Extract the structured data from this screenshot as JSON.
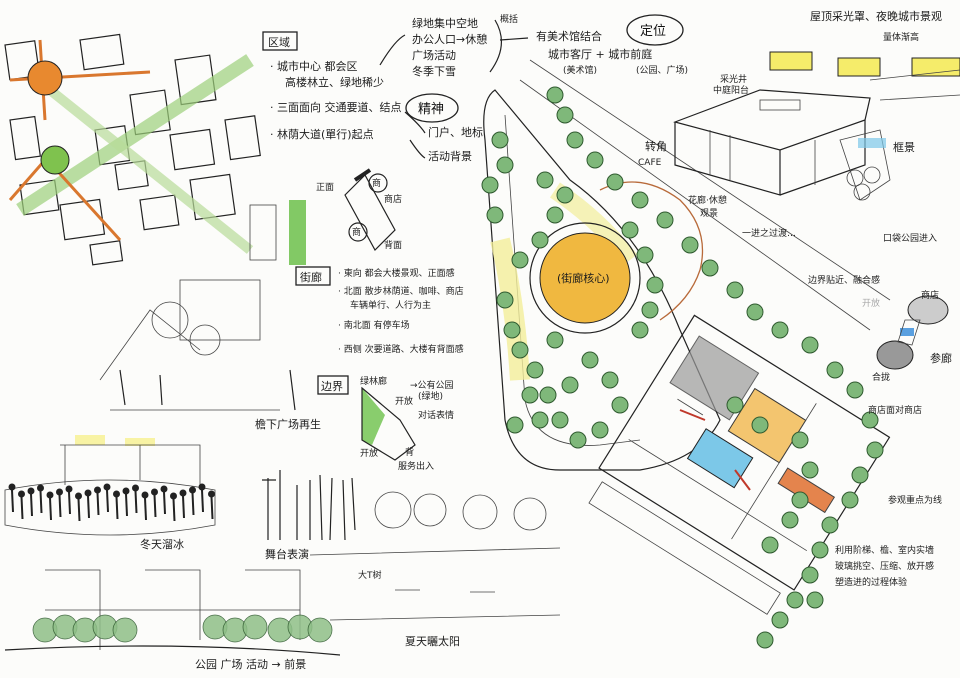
{
  "colors": {
    "paper": "#fcfcfa",
    "ink": "#1c1c1c",
    "tree": "#5a9a5a",
    "lawn": "#f2ee9a",
    "core": "#f0b840",
    "accent_orange": "#e07830",
    "water": "#7cc8e8",
    "road_brown": "#b86a3a"
  },
  "zoning": {
    "title": "区域",
    "bullets": [
      "· 城市中心 都会区",
      "高楼林立、绿地稀少",
      "· 三面面向 交通要道、结点",
      "· 林荫大道(單行)起点"
    ]
  },
  "needs": [
    "绿地集中空地",
    "办公人口→休憩",
    "广场活动",
    "冬季下雪"
  ],
  "summary_label": "概括",
  "positioning": {
    "title": "定位",
    "line1": "有美术馆结合",
    "line2": "城市客厅 + 城市前庭",
    "note_a": "(美术馆)",
    "note_b": "(公园、广场)"
  },
  "spirit": {
    "title": "精神",
    "items": [
      "门户、地标",
      "活动背景"
    ]
  },
  "facade_diagram": {
    "front": "正面",
    "shop": "商店",
    "back": "背面",
    "shop_circle": "商",
    "shop2": "商"
  },
  "street_block": {
    "title": "街廊",
    "bullets": [
      "· 東向 都会大楼景观、正面感",
      "· 北面 散步林荫道、咖啡、商店",
      "车辆单行、人行为主",
      "· 南北面 有停车场",
      "· 西侧 次要道路、大楼有背面感"
    ]
  },
  "boundary": {
    "title": "边界",
    "green": "绿林廊",
    "public_park": "→公有公园",
    "public_park_note": "(绿地)",
    "open1": "开放",
    "dialog": "对话表情",
    "open2": "开放",
    "back": "背",
    "service": "服务出入"
  },
  "site_plan": {
    "core_label": "(街廊核心)",
    "corner": "转角",
    "cafe": "CAFE"
  },
  "perspective": {
    "roof": "屋顶采光罩、夜晚城市景观",
    "massing": "量体渐高",
    "light_well": "采光井",
    "atrium": "中庭阳台",
    "framed_view": "框景",
    "gallery": "花廊·休憩",
    "view": "观景",
    "transition": "一进之过渡…",
    "pocket_park": "口袋公园进入"
  },
  "right_notes": {
    "edge": "边界贴近、融合感",
    "shop": "商店",
    "open": "开放",
    "gallery": "参廊",
    "enclose": "合拢",
    "shop_facing": "商店面对商店",
    "visit_line": "参观重点为线",
    "stairs": [
      "利用阶梯、檐、室内实墙",
      "玻璃挑空、压缩、放开感",
      "塑造进的过程体验"
    ]
  },
  "scenes": {
    "eaves_plaza": "檐下广场再生",
    "winter": "冬天溜冰",
    "stage": "舞台表演",
    "big_tree": "大T树",
    "summer": "夏天曬太阳",
    "section": "公园 广场 活动 → 前景"
  }
}
